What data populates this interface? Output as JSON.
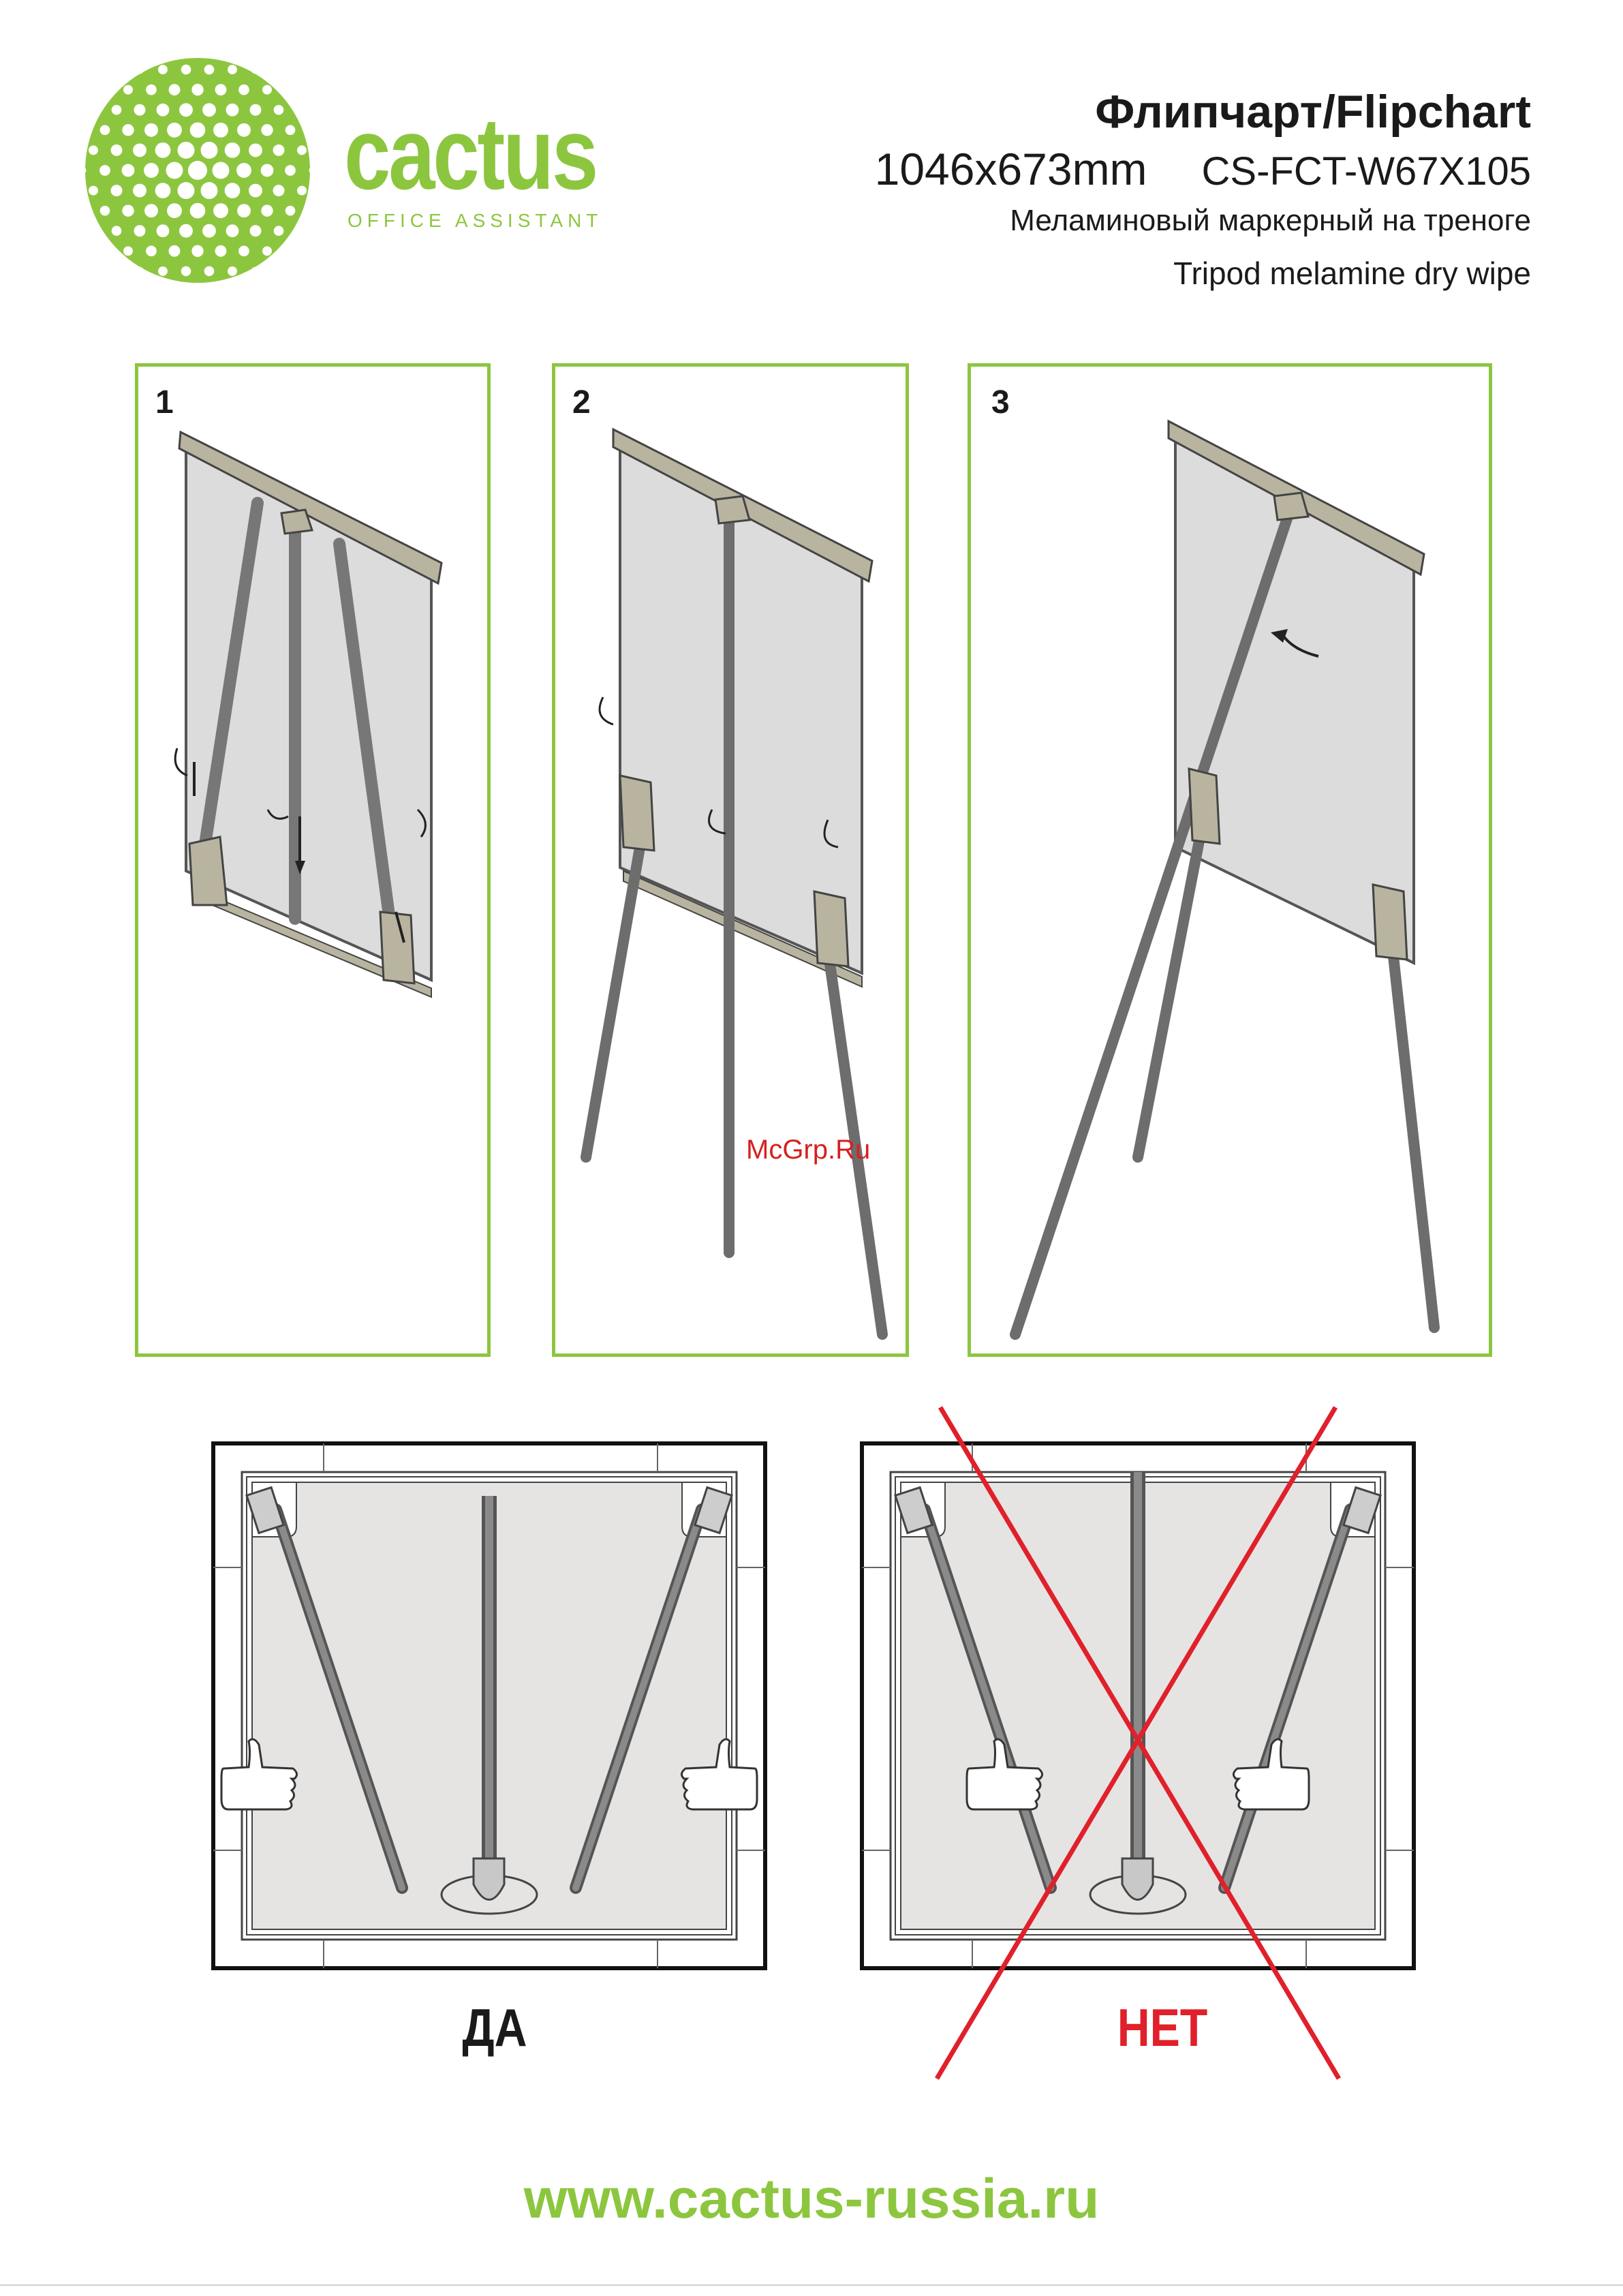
{
  "brand": {
    "name": "cactus",
    "tagline": "OFFICE ASSISTANT",
    "color": "#8cc63f"
  },
  "header": {
    "title": "Флипчарт/Flipchart",
    "size": "1046x673mm",
    "code": "CS-FCT-W67X105",
    "subtitle_ru": "Меламиновый маркерный на треноге",
    "subtitle_en": "Tripod melamine dry wipe"
  },
  "steps": [
    {
      "number": "1"
    },
    {
      "number": "2"
    },
    {
      "number": "3"
    }
  ],
  "verdicts": {
    "yes": "ДА",
    "no": "НЕТ",
    "no_color": "#e0202a"
  },
  "watermark": "McGrp.Ru",
  "footer": {
    "website": "www.cactus-russia.ru"
  }
}
